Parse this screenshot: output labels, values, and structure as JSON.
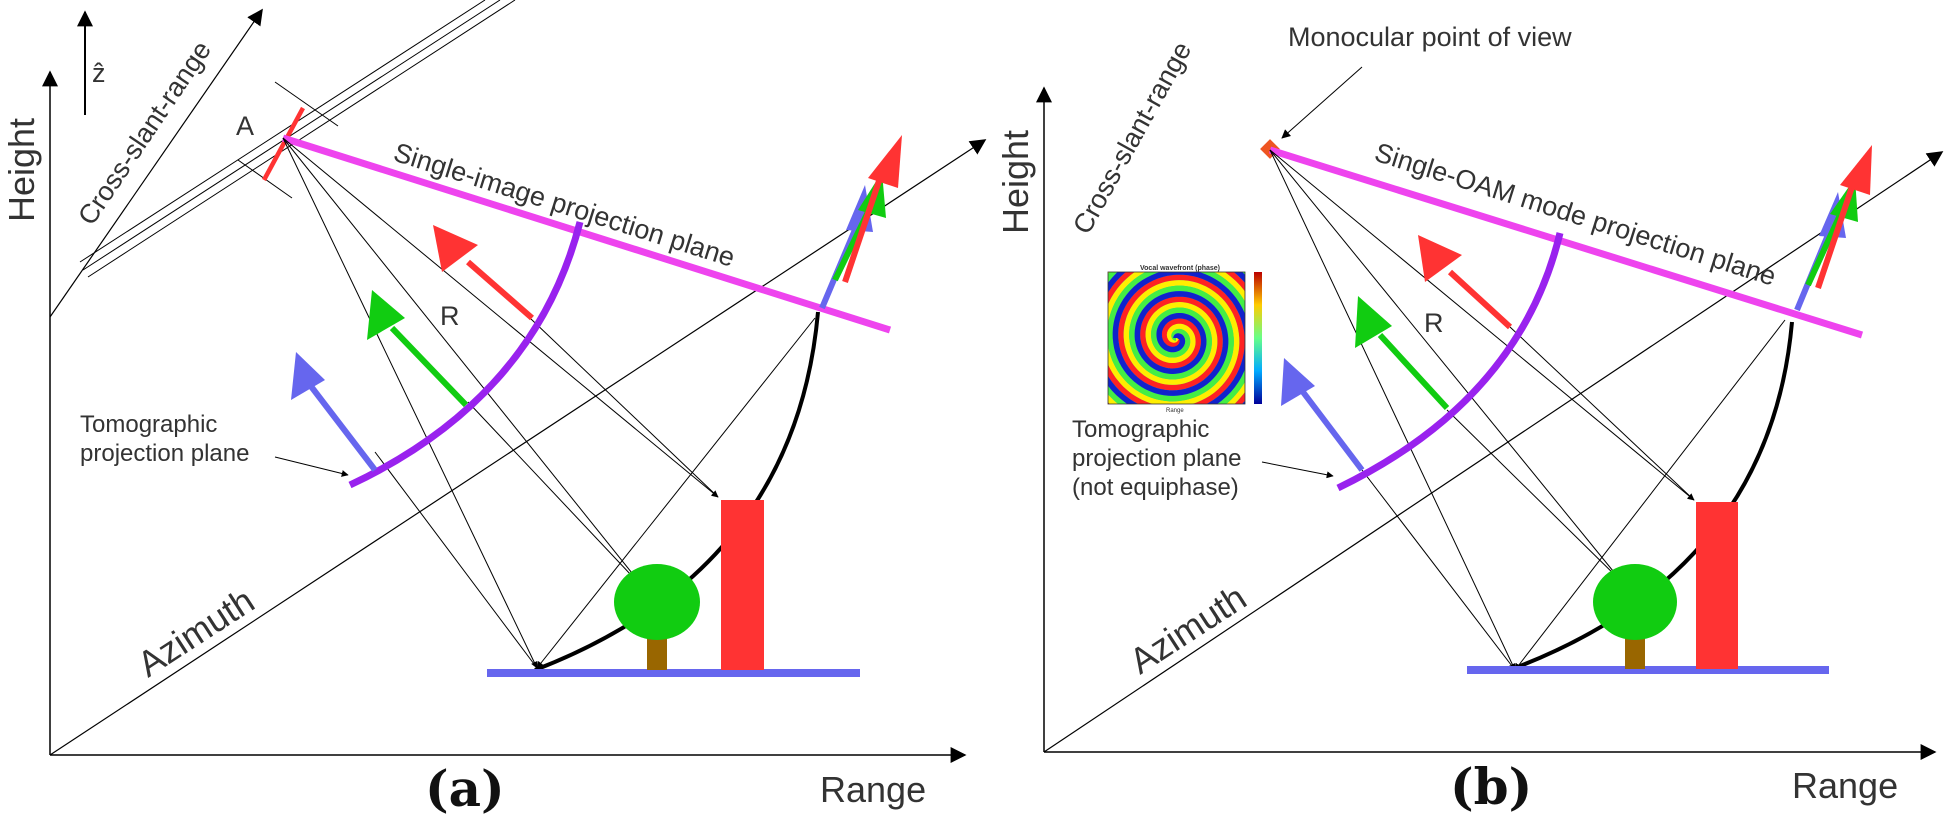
{
  "panel_a": {
    "height_label": "Height",
    "cross_slant_label": "Cross-slant-range",
    "z_label": "ẑ",
    "point_label": "A",
    "projection_plane_label": "Single-image projection plane",
    "r_label": "R",
    "tomo_line1": "Tomographic",
    "tomo_line2": "projection plane",
    "azimuth_label": "Azimuth",
    "range_label": "Range",
    "caption": "(a)"
  },
  "panel_b": {
    "height_label": "Height",
    "cross_slant_label": "Cross-slant-range",
    "viewpoint_label": "Monocular point of view",
    "projection_plane_label": "Single-OAM mode projection plane",
    "r_label": "R",
    "tomo_line1": "Tomographic",
    "tomo_line2": "projection plane",
    "tomo_line3": "(not equiphase)",
    "azimuth_label": "Azimuth",
    "range_label": "Range",
    "caption": "(b)",
    "inset": {
      "title": "Vocal wavefront (phase)",
      "xlabel": "Range"
    }
  },
  "colors": {
    "magenta": "#ee44ee",
    "purple": "#9922ee",
    "red": "#ff3333",
    "green": "#11cc11",
    "blue": "#6666ee",
    "trunk": "#996600",
    "ground": "#6666ee",
    "viewpoint": "#ee5522"
  }
}
